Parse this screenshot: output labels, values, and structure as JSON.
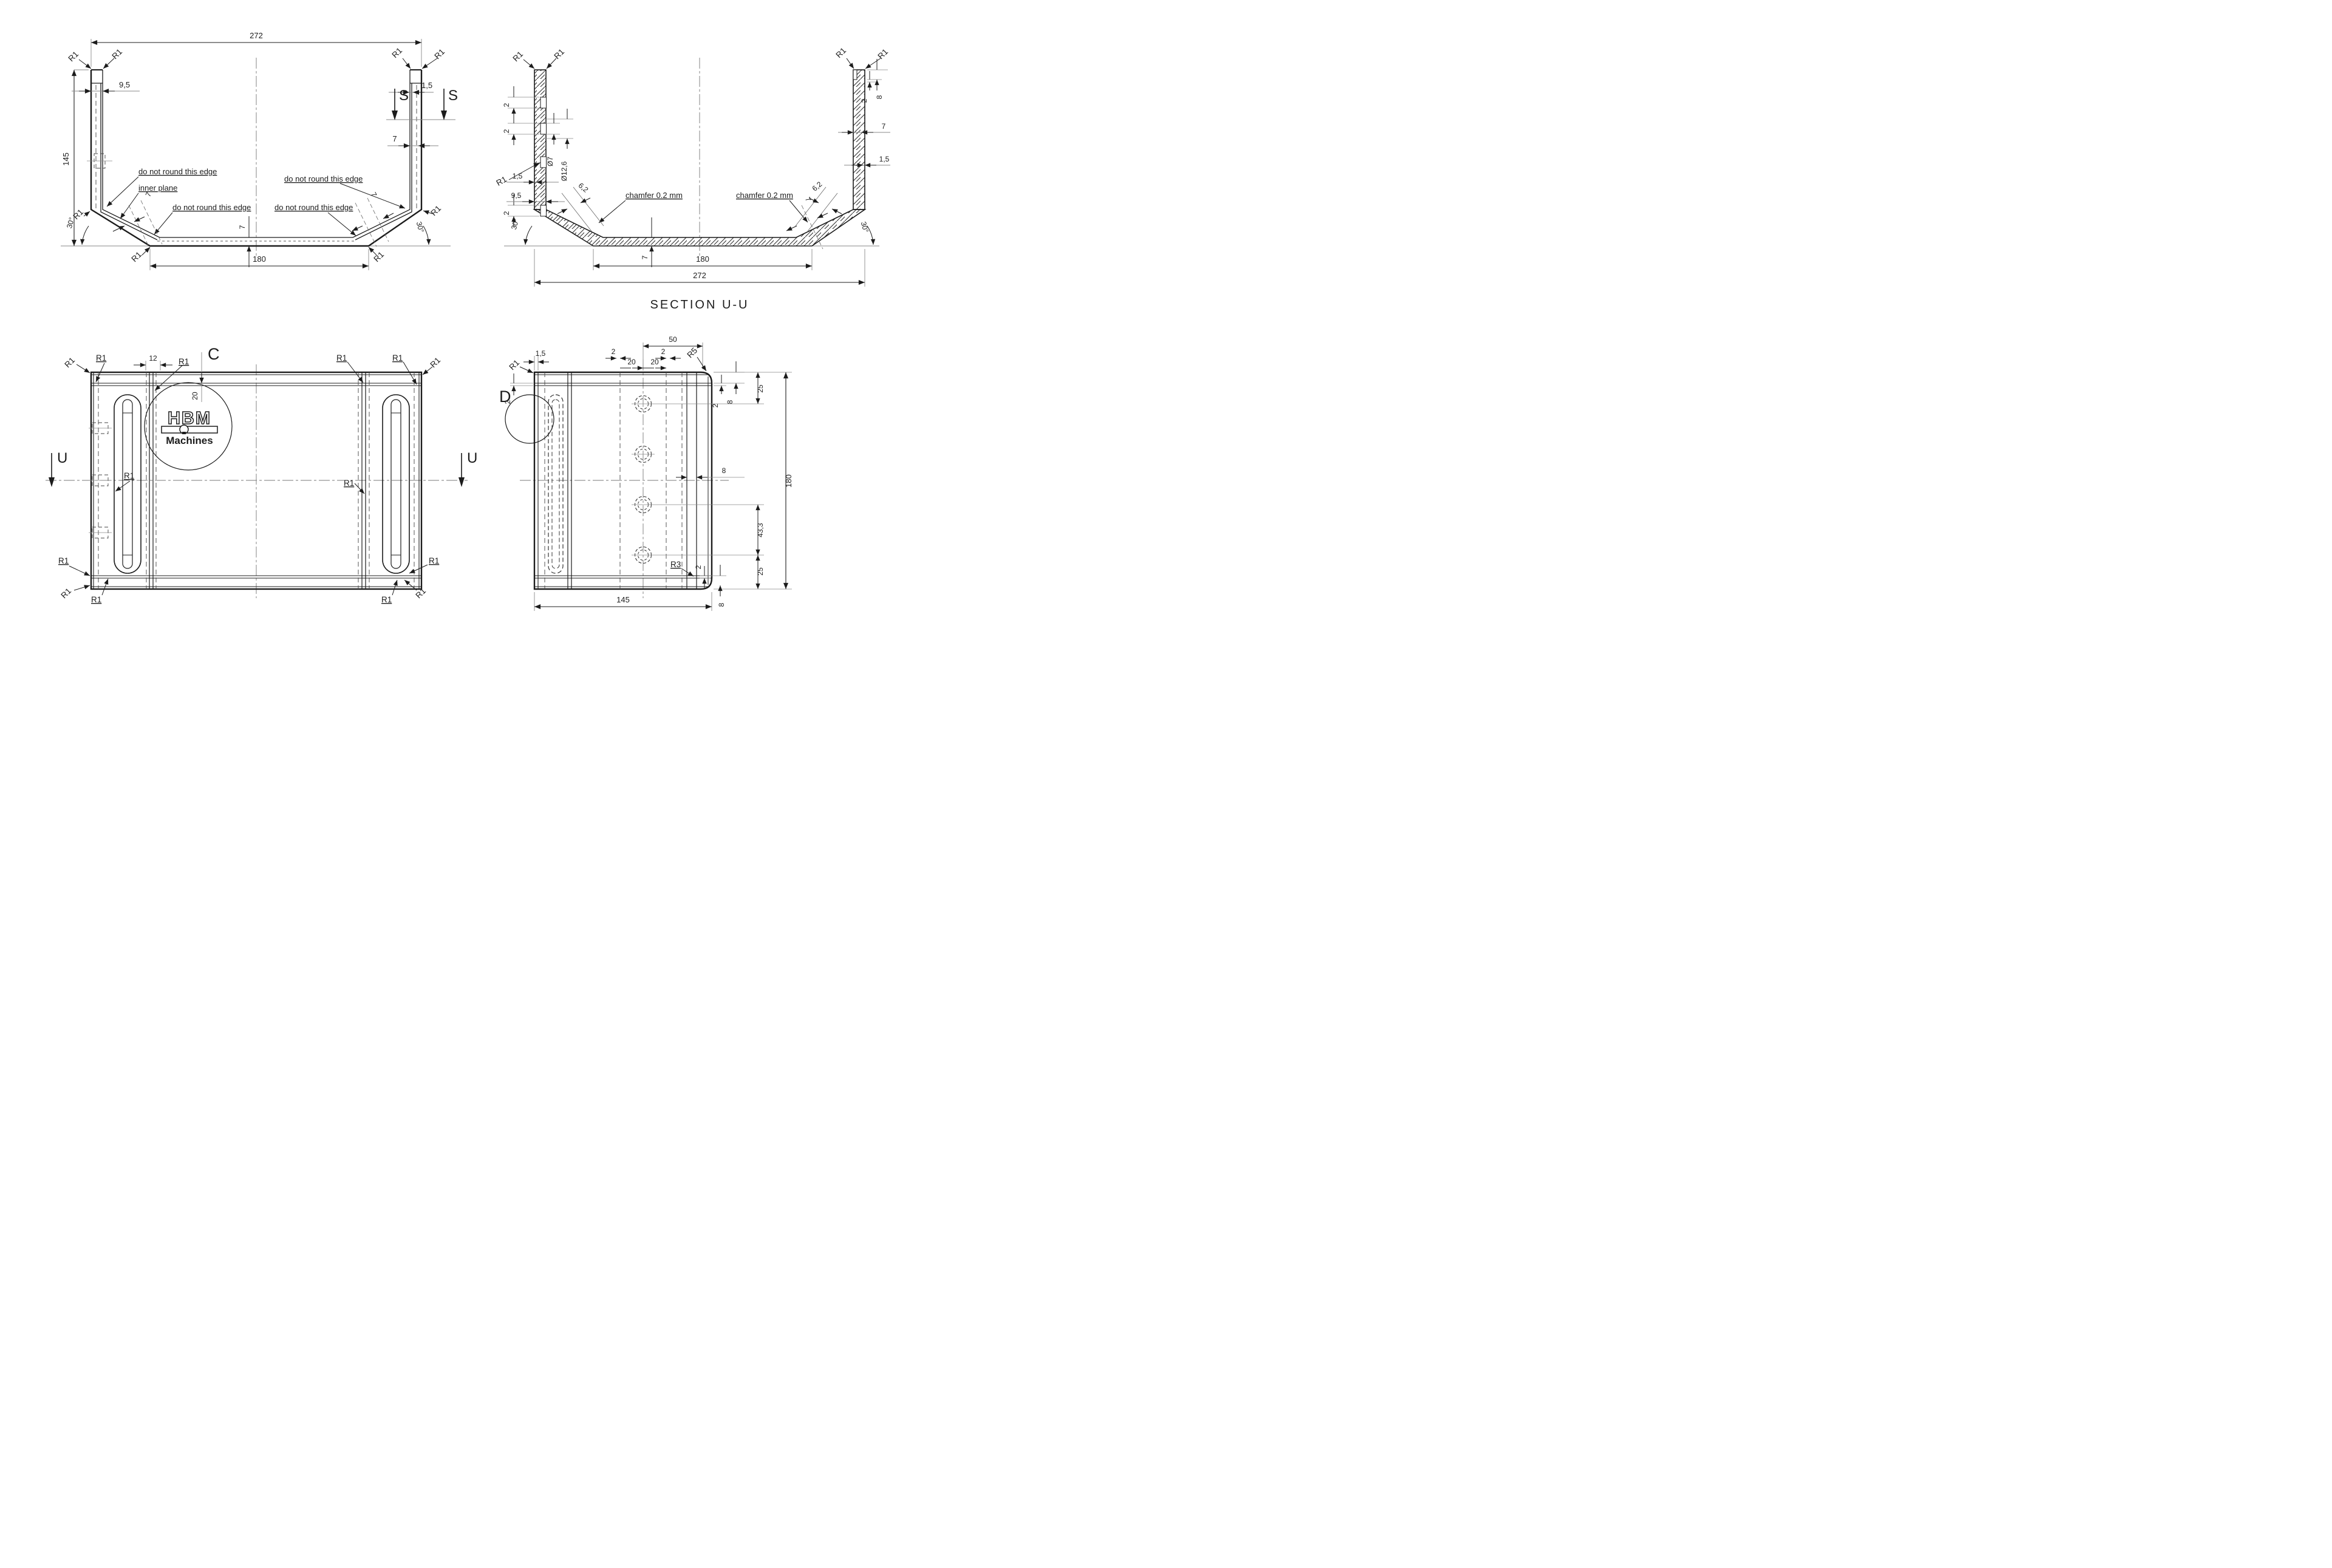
{
  "drawing": {
    "type": "engineering-drawing",
    "background": "#ffffff",
    "line_color": "#1c1c1c",
    "thin_line_color": "#8a8a8a",
    "section_title": "SECTION U-U",
    "logo": {
      "line1": "HBM",
      "line2": "Machines"
    },
    "markers": {
      "s": "S",
      "u": "U",
      "c": "C",
      "d": "D"
    },
    "labels": {
      "r1": "R1",
      "r3": "R3",
      "r5": "R5"
    },
    "notes": {
      "no_round": "do not round this edge",
      "inner_plane": "inner plane",
      "chamfer": "chamfer 0.2 mm"
    },
    "dims": {
      "d272": "272",
      "d180": "180",
      "d145": "145",
      "d95": "9,5",
      "d15": "1,5",
      "d7": "7",
      "d12": "12",
      "d20": "20",
      "d2": "2",
      "d8": "8",
      "d25": "25",
      "d50": "50",
      "d433": "43,3",
      "d62": "6,2",
      "dia7": "Ø7",
      "dia126": "Ø12,6",
      "a30": "30°"
    }
  }
}
